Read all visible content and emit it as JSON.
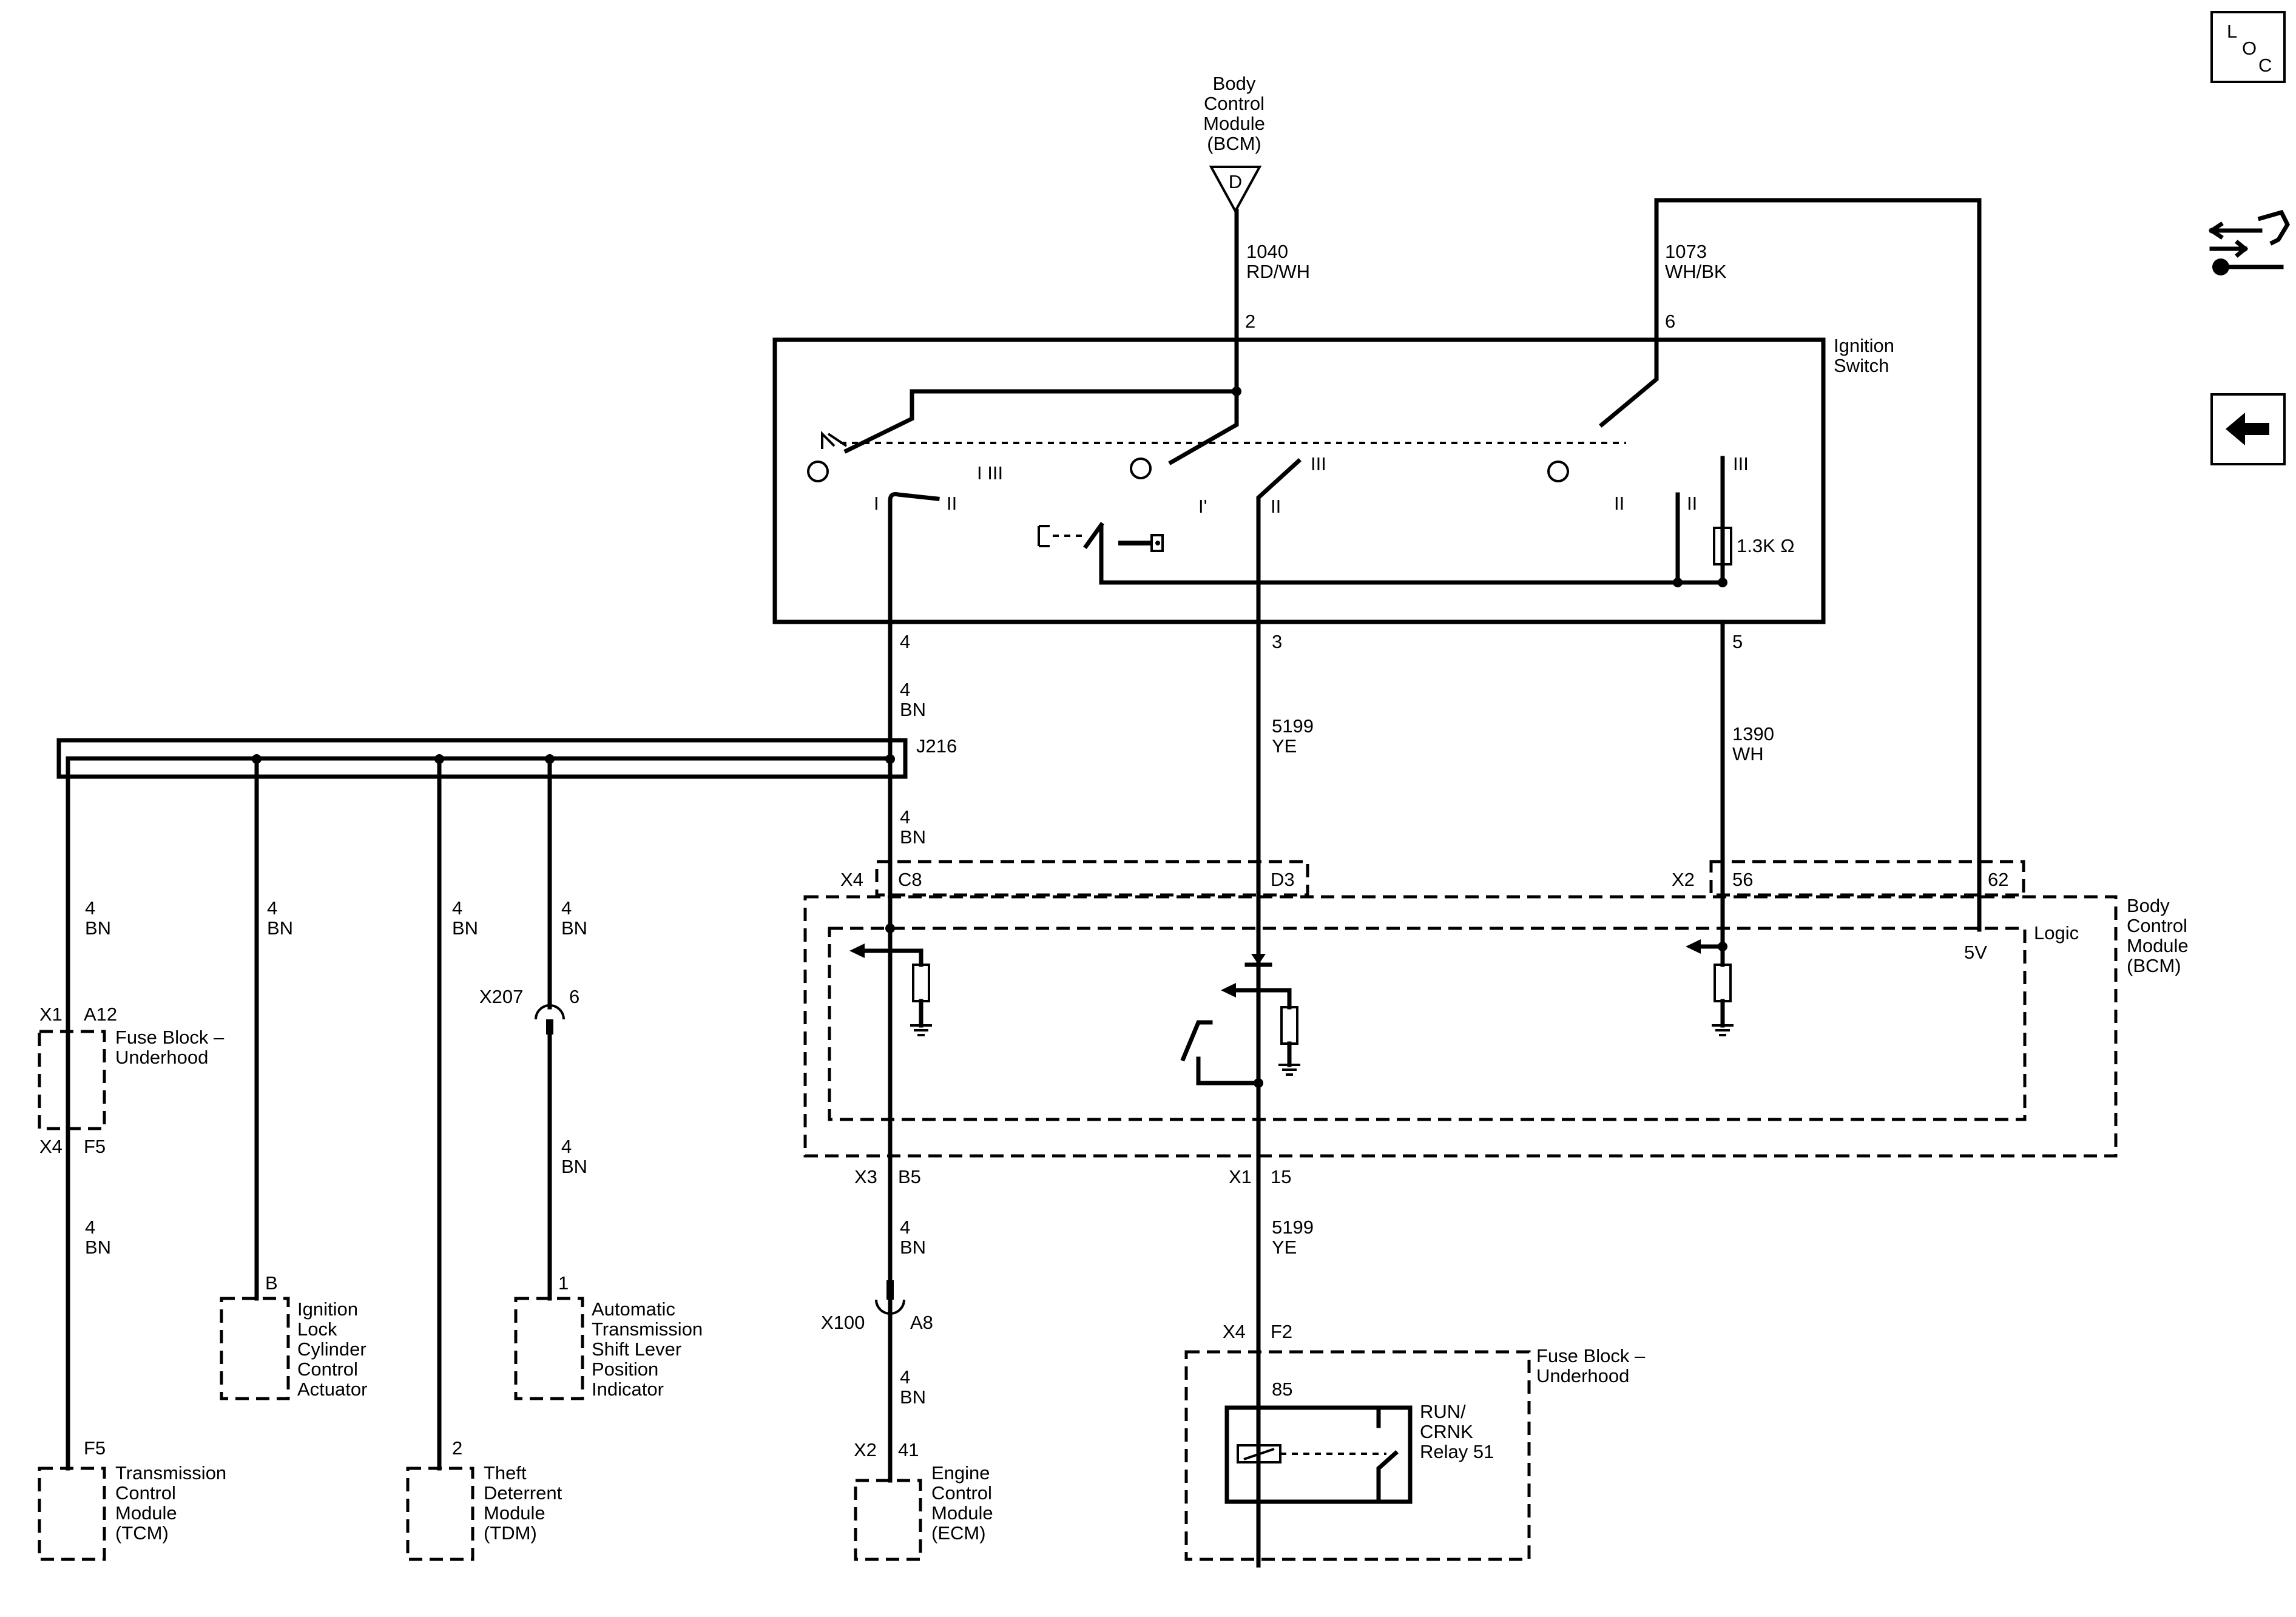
{
  "modules": {
    "bcm_top": [
      "Body",
      "Control",
      "Module",
      "(BCM)"
    ],
    "bcm_top_pin": "D",
    "ignition_switch": [
      "Ignition",
      "Switch"
    ],
    "bcm_right": [
      "Body",
      "Control",
      "Module",
      "(BCM)"
    ],
    "bcm_logic": "Logic",
    "bcm_5v": "5V",
    "fuse_block_left": [
      "Fuse Block –",
      "Underhood"
    ],
    "fuse_block_right": [
      "Fuse Block –",
      "Underhood"
    ],
    "ilc": [
      "Ignition",
      "Lock",
      "Cylinder",
      "Control",
      "Actuator"
    ],
    "atslp": [
      "Automatic",
      "Transmission",
      "Shift Lever",
      "Position",
      "Indicator"
    ],
    "tcm": [
      "Transmission",
      "Control",
      "Module",
      "(TCM)"
    ],
    "tdm": [
      "Theft",
      "Deterrent",
      "Module",
      "(TDM)"
    ],
    "ecm": [
      "Engine",
      "Control",
      "Module",
      "(ECM)"
    ],
    "relay": [
      "RUN/",
      "CRNK",
      "Relay 51"
    ]
  },
  "wires": {
    "w1040": [
      "1040",
      "RD/WH"
    ],
    "w1073": [
      "1073",
      "WH/BK"
    ],
    "w4_a": [
      "4",
      "BN"
    ],
    "w4_b": [
      "4",
      "BN"
    ],
    "w5199_a": [
      "5199",
      "YE"
    ],
    "w1390": [
      "1390",
      "WH"
    ],
    "w4_tcm_top": [
      "4",
      "BN"
    ],
    "w4_tcm_bot": [
      "4",
      "BN"
    ],
    "w4_ilc": [
      "4",
      "BN"
    ],
    "w4_tdm": [
      "4",
      "BN"
    ],
    "w4_at_top": [
      "4",
      "BN"
    ],
    "w4_at_bot": [
      "4",
      "BN"
    ],
    "w4_ecm_top": [
      "4",
      "BN"
    ],
    "w4_ecm_bot": [
      "4",
      "BN"
    ],
    "w5199_b": [
      "5199",
      "YE"
    ]
  },
  "pins": {
    "sw2": "2",
    "sw6": "6",
    "sw4": "4",
    "sw3": "3",
    "sw5": "5",
    "splice": "J216",
    "x4": "X4",
    "c8": "C8",
    "d3": "D3",
    "x2": "X2",
    "p56": "56",
    "p62": "62",
    "x1a": "X1",
    "a12": "A12",
    "x4b": "X4",
    "f5": "F5",
    "x207": "X207",
    "p6": "6",
    "p1": "1",
    "pb": "B",
    "x3": "X3",
    "b5": "B5",
    "x1b": "X1",
    "p15": "15",
    "x100": "X100",
    "a8": "A8",
    "x2b": "X2",
    "p41": "41",
    "x4c": "X4",
    "f2": "F2",
    "p85": "85",
    "tcm_f5": "F5",
    "tdm_2": "2"
  },
  "switch_labels": {
    "pos_i_iii": "I III",
    "pos_i": "I",
    "pos_ii_a": "II",
    "pos_i_b": "I'",
    "pos_iii_b": "III",
    "pos_ii_b": "II",
    "pos_ii_c": "II",
    "pos_ii_d": "II",
    "pos_iii_c": "III",
    "resistor": "1.3K Ω"
  },
  "side_buttons": {
    "loc": [
      "L",
      "O",
      "C"
    ]
  },
  "icons": [
    "loc-icon",
    "repair-icon",
    "back-arrow-icon"
  ]
}
